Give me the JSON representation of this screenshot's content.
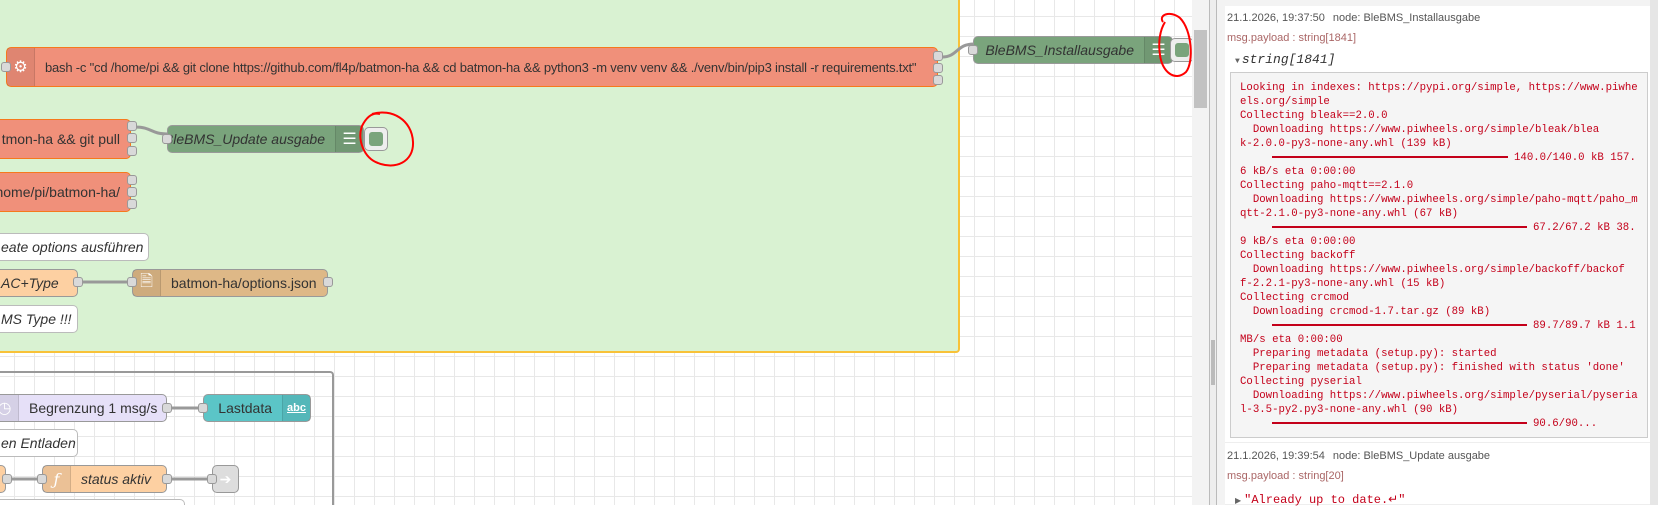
{
  "canvas": {
    "exec_install": {
      "label": "bash -c \"cd /home/pi && git clone https://github.com/fl4p/batmon-ha && cd batmon-ha && python3 -m venv venv && ./venv/bin/pip3 install -r requirements.txt\"",
      "icon": "gear-icon"
    },
    "debug_install": {
      "label": "BleBMS_Installausgabe"
    },
    "exec_update": {
      "label": "tmon-ha && git pull"
    },
    "debug_update": {
      "label": "BleBMS_Update ausgabe"
    },
    "exec_dir": {
      "label": "home/pi/batmon-ha/"
    },
    "comment_options": {
      "label": "eate options ausführen"
    },
    "change_mac": {
      "label": "AC+Type"
    },
    "file_options": {
      "label": "batmon-ha/options.json",
      "icon": "file-icon"
    },
    "comment_type": {
      "label": "MS Type !!!"
    },
    "delay": {
      "label": "Begrenzung 1 msg/s",
      "icon": "clock-icon"
    },
    "text_lastdata": {
      "label": "Lastdata",
      "icon": "abc"
    },
    "comment_entladen": {
      "label": "en Entladen"
    },
    "function_status": {
      "label": "status aktiv",
      "icon": "ƒ"
    }
  },
  "debug_panel": {
    "messages": [
      {
        "timestamp": "21.1.2026, 19:37:50",
        "node": "node: BleBMS_Installausgabe",
        "payload_type": "msg.payload : string[1841]",
        "string_header": "string[1841]",
        "lines": [
          {
            "text": "Looking in indexes: https://pypi.org/simple, https://www.piwhe"
          },
          {
            "text": "els.org/simple"
          },
          {
            "text": "Collecting bleak==2.0.0"
          },
          {
            "text": "  Downloading https://www.piwheels.org/simple/bleak/blea"
          },
          {
            "text": "k-2.0.0-py3-none-any.whl (139 kB)"
          },
          {
            "bar": true,
            "text": "140.0/140.0 kB 157."
          },
          {
            "text": "6 kB/s eta 0:00:00"
          },
          {
            "text": "Collecting paho-mqtt==2.1.0"
          },
          {
            "text": "  Downloading https://www.piwheels.org/simple/paho-mqtt/paho_m"
          },
          {
            "text": "qtt-2.1.0-py3-none-any.whl (67 kB)"
          },
          {
            "bar": true,
            "text": "67.2/67.2 kB 38."
          },
          {
            "text": "9 kB/s eta 0:00:00"
          },
          {
            "text": "Collecting backoff"
          },
          {
            "text": "  Downloading https://www.piwheels.org/simple/backoff/backof"
          },
          {
            "text": "f-2.2.1-py3-none-any.whl (15 kB)"
          },
          {
            "text": "Collecting crcmod"
          },
          {
            "text": "  Downloading crcmod-1.7.tar.gz (89 kB)"
          },
          {
            "bar": true,
            "text": "89.7/89.7 kB 1.1"
          },
          {
            "text": "MB/s eta 0:00:00"
          },
          {
            "text": "  Preparing metadata (setup.py): started"
          },
          {
            "text": "  Preparing metadata (setup.py): finished with status 'done'"
          },
          {
            "text": "Collecting pyserial"
          },
          {
            "text": "  Downloading https://www.piwheels.org/simple/pyserial/pyseria"
          },
          {
            "text": "l-3.5-py2.py3-none-any.whl (90 kB)"
          },
          {
            "bar": true,
            "text": "90.6/90..."
          }
        ]
      },
      {
        "timestamp": "21.1.2026, 19:39:54",
        "node": "node: BleBMS_Update ausgabe",
        "payload_type": "msg.payload : string[20]",
        "value": "\"Already up to date.↵\""
      }
    ]
  },
  "colors": {
    "exec": "#f0907a",
    "debug": "#7aa47c",
    "group": "#d9f2d2",
    "group_border": "#f8c238",
    "debug_text": "#c4001a",
    "annotation": "#ff0000"
  }
}
